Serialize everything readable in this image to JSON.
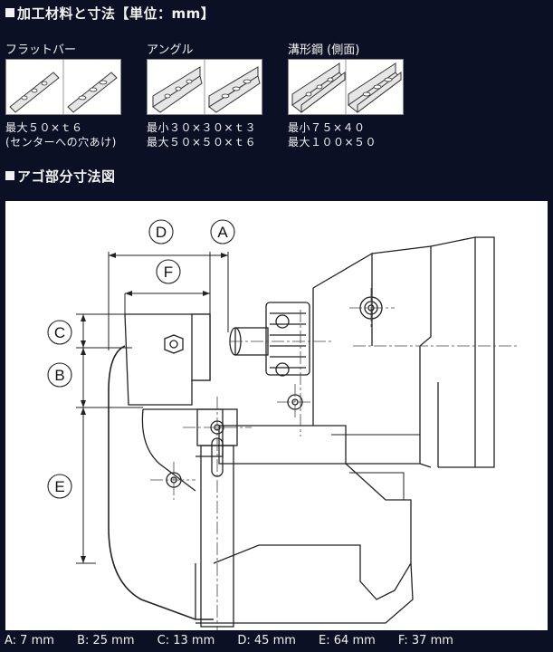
{
  "section1": {
    "title": "加工材料と寸法【単位：mm】"
  },
  "materials": [
    {
      "title": "フラットバー",
      "specs": [
        "最大５０×ｔ６",
        "(センターへの穴あけ)"
      ]
    },
    {
      "title": "アングル",
      "specs": [
        "最小３０×３０×ｔ３",
        "最大５０×５０×ｔ６"
      ]
    },
    {
      "title": "溝形鋼 (側面)",
      "specs": [
        "最小７５×４０",
        "最大１００×５０"
      ]
    }
  ],
  "section2": {
    "title": "アゴ部分寸法図"
  },
  "diagram_labels": {
    "D": "D",
    "A": "A",
    "F": "F",
    "C": "C",
    "B": "B",
    "E": "E"
  },
  "footer": {
    "dims": [
      "A: 7 mm",
      "B: 25 mm",
      "C: 13 mm",
      "D: 45 mm",
      "E: 64 mm",
      "F: 37 mm"
    ]
  }
}
